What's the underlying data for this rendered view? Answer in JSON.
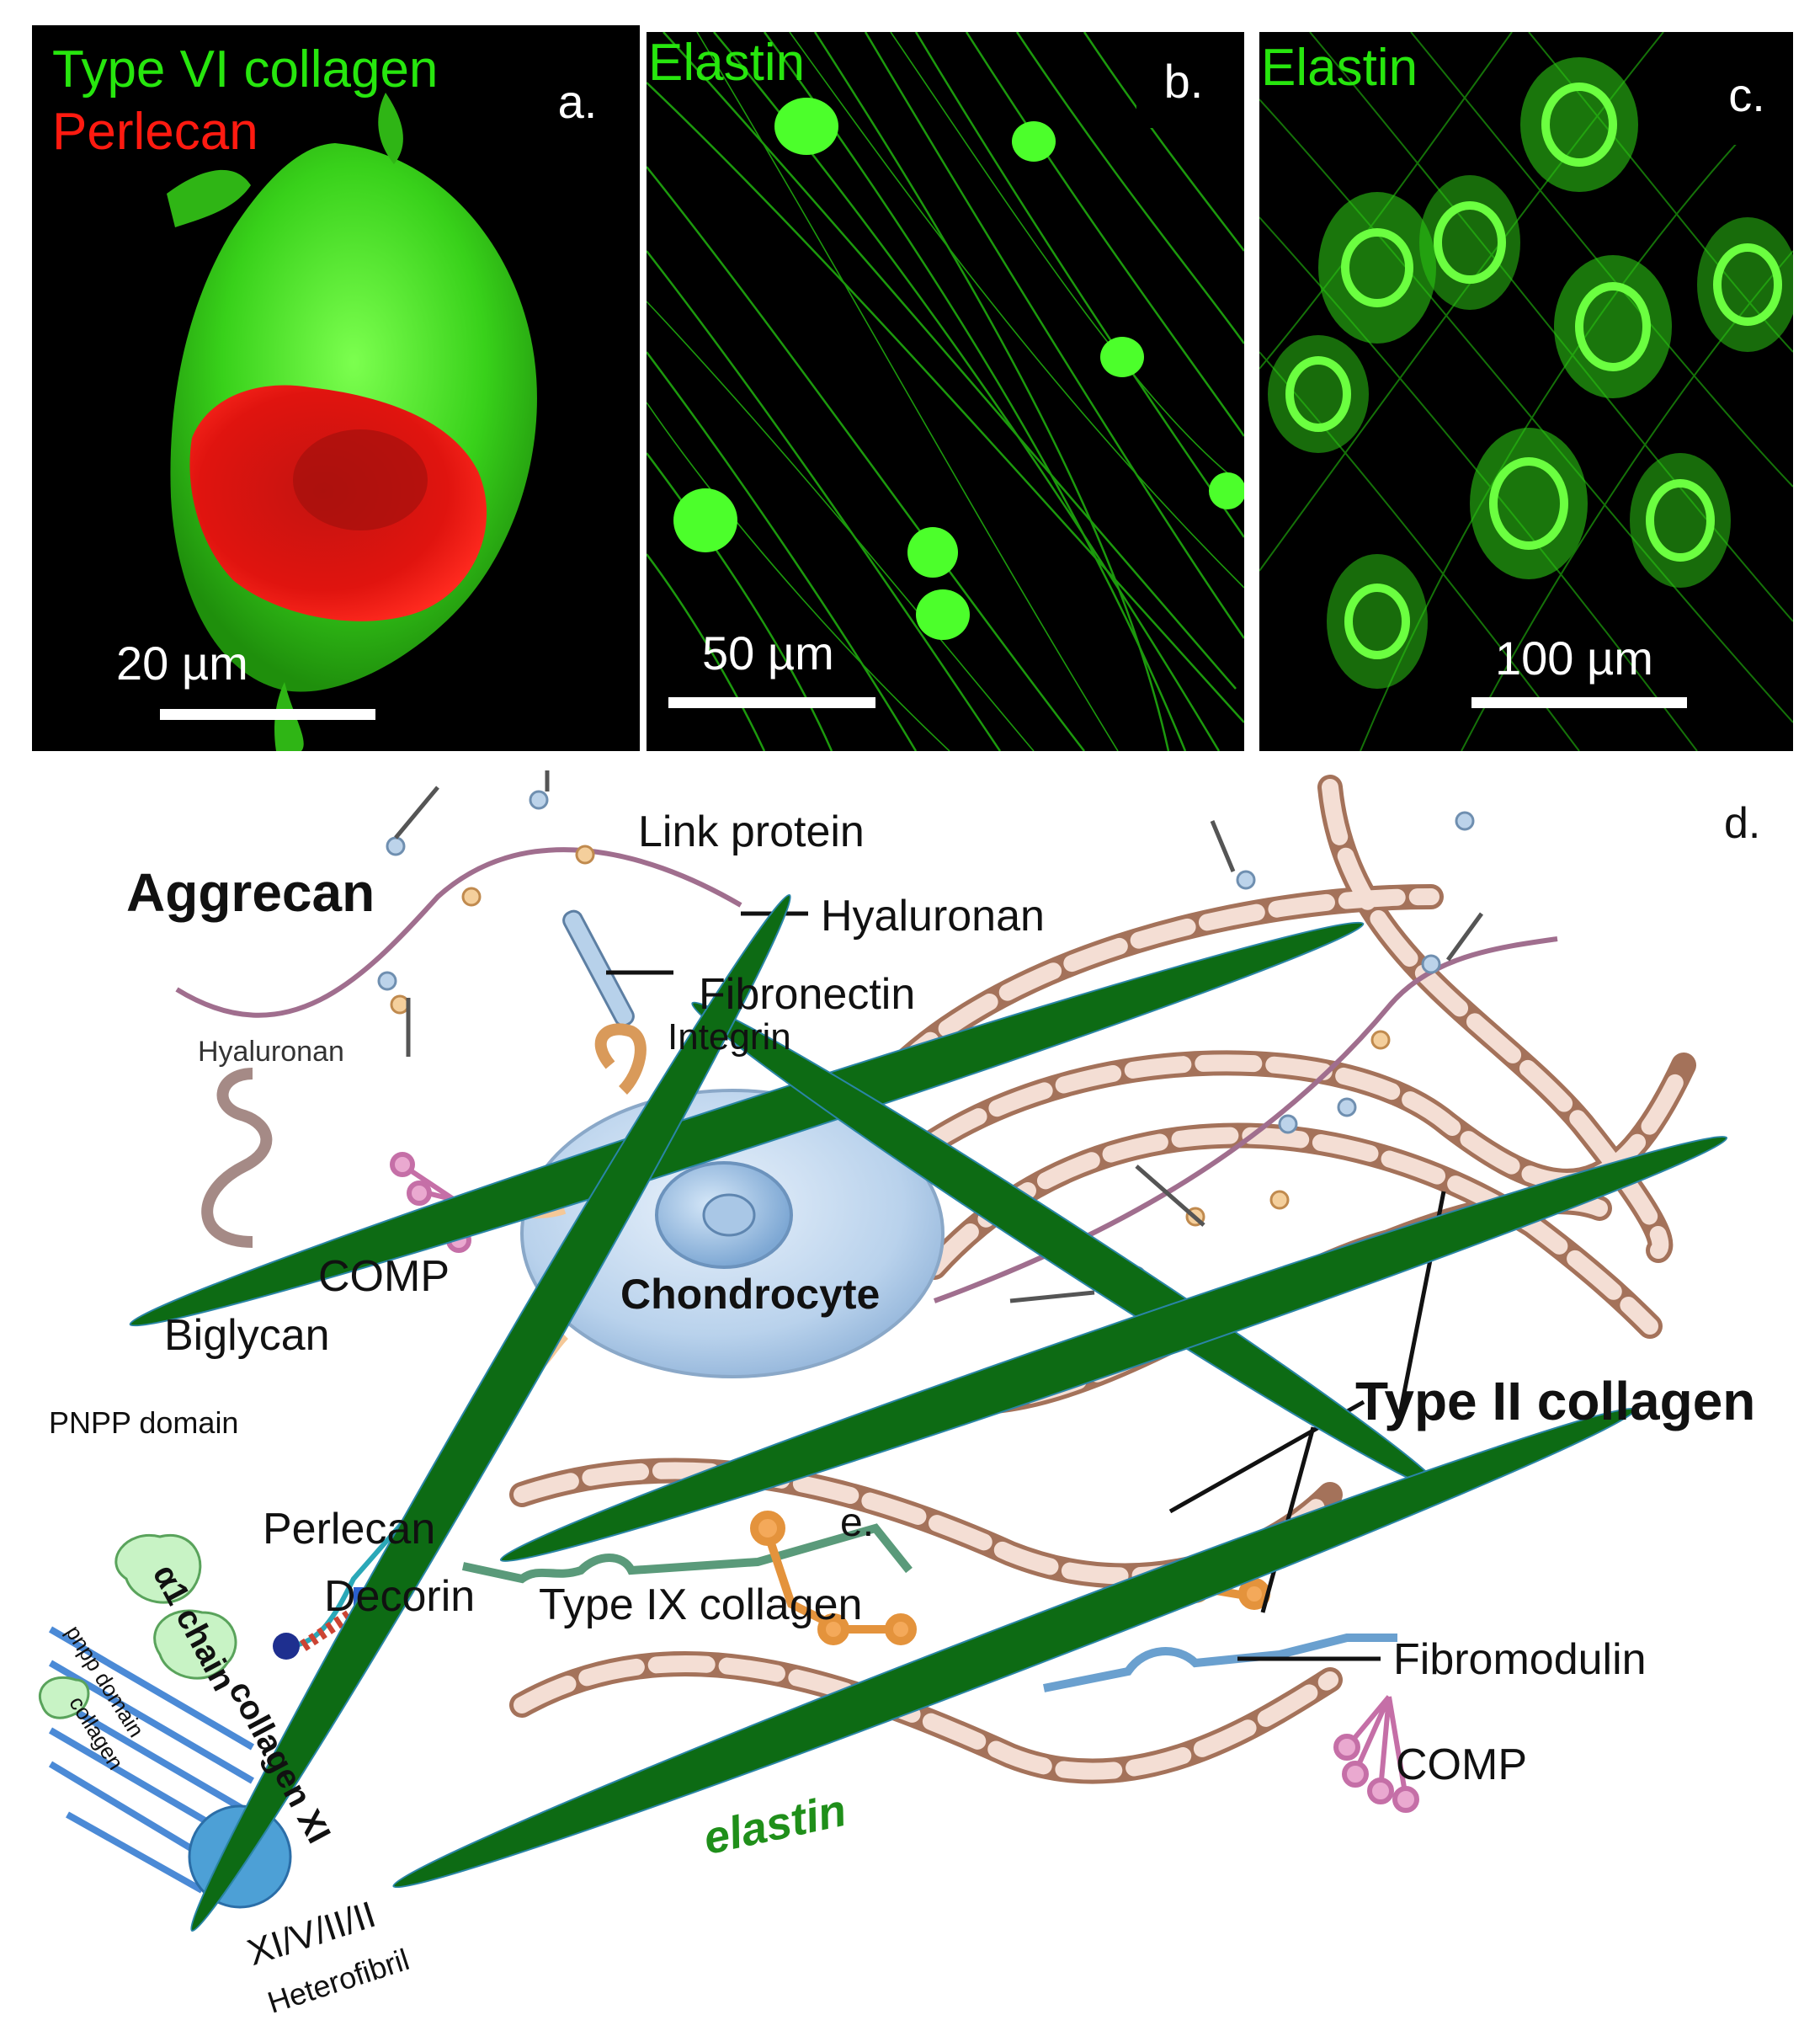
{
  "panels": {
    "a": {
      "letter": "a.",
      "label_1": "Type VI collagen",
      "label_2": "Perlecan",
      "scale": "20 µm"
    },
    "b": {
      "letter": "b.",
      "label": "Elastin",
      "scale": "50 µm"
    },
    "c": {
      "letter": "c.",
      "label": "Elastin",
      "scale": "100 µm"
    }
  },
  "diagram": {
    "letter": "d.",
    "labels": {
      "aggrecan": "Aggrecan",
      "link_protein": "Link protein",
      "hyaluronan_top": "Hyaluronan",
      "hyaluronan_left": "Hyaluronan",
      "fibronectin": "Fibronectin",
      "integrin": "Integrin",
      "comp_left": "COMP",
      "biglycan": "Biglycan",
      "chondrocyte": "Chondrocyte",
      "pnpp_domain": "PNPP domain",
      "perlecan": "Perlecan",
      "decorin": "Decorin",
      "type_ix": "Type IX collagen",
      "type_ii": "Type II collagen",
      "fibromodulin": "Fibromodulin",
      "comp_right": "COMP",
      "elastin": "elastin",
      "alpha1_chain": "α1 chain",
      "collagen_xi": "collagen XI",
      "pnpp_domain_small": "pnpp domain",
      "collagen_small": "collagen",
      "heterofibril_types": "XI/V/II/II",
      "heterofibril": "Heterofibril",
      "e_mark": "e."
    }
  },
  "colors": {
    "fluor_green": "#27e60e",
    "perlecan_red": "#e0140f",
    "elastin_fibre": "#0d6b14",
    "collagen_fibril": "#c9977a",
    "chondrocyte": "#b9d2ec"
  }
}
